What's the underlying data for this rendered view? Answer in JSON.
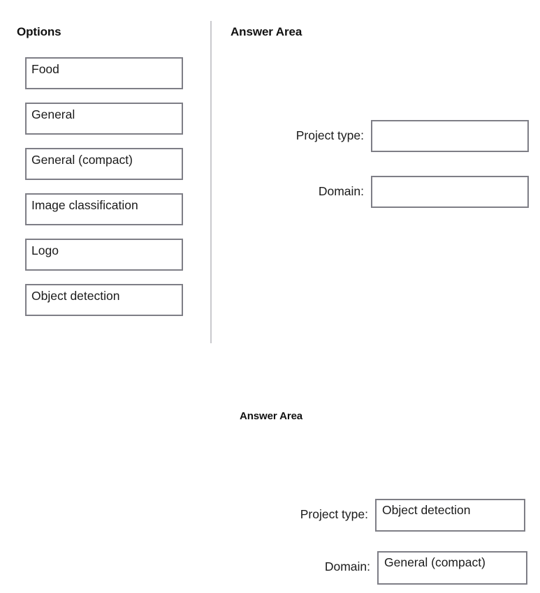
{
  "panels": {
    "options": {
      "heading": "Options",
      "items": [
        {
          "label": "Food"
        },
        {
          "label": "General"
        },
        {
          "label": "General (compact)"
        },
        {
          "label": "Image classification"
        },
        {
          "label": "Logo"
        },
        {
          "label": "Object detection"
        }
      ]
    },
    "answer_area_top": {
      "heading": "Answer Area",
      "rows": [
        {
          "label": "Project type:",
          "value": ""
        },
        {
          "label": "Domain:",
          "value": ""
        }
      ]
    },
    "answer_area_bottom": {
      "heading": "Answer Area",
      "rows": [
        {
          "label": "Project type:",
          "value": "Object detection"
        },
        {
          "label": "Domain:",
          "value": "General (compact)"
        }
      ]
    }
  },
  "colors": {
    "background": "#ffffff",
    "box_border": "#7e7e86",
    "divider": "#c9c9cd",
    "text": "#1b1b1b",
    "heading_text": "#111111"
  }
}
